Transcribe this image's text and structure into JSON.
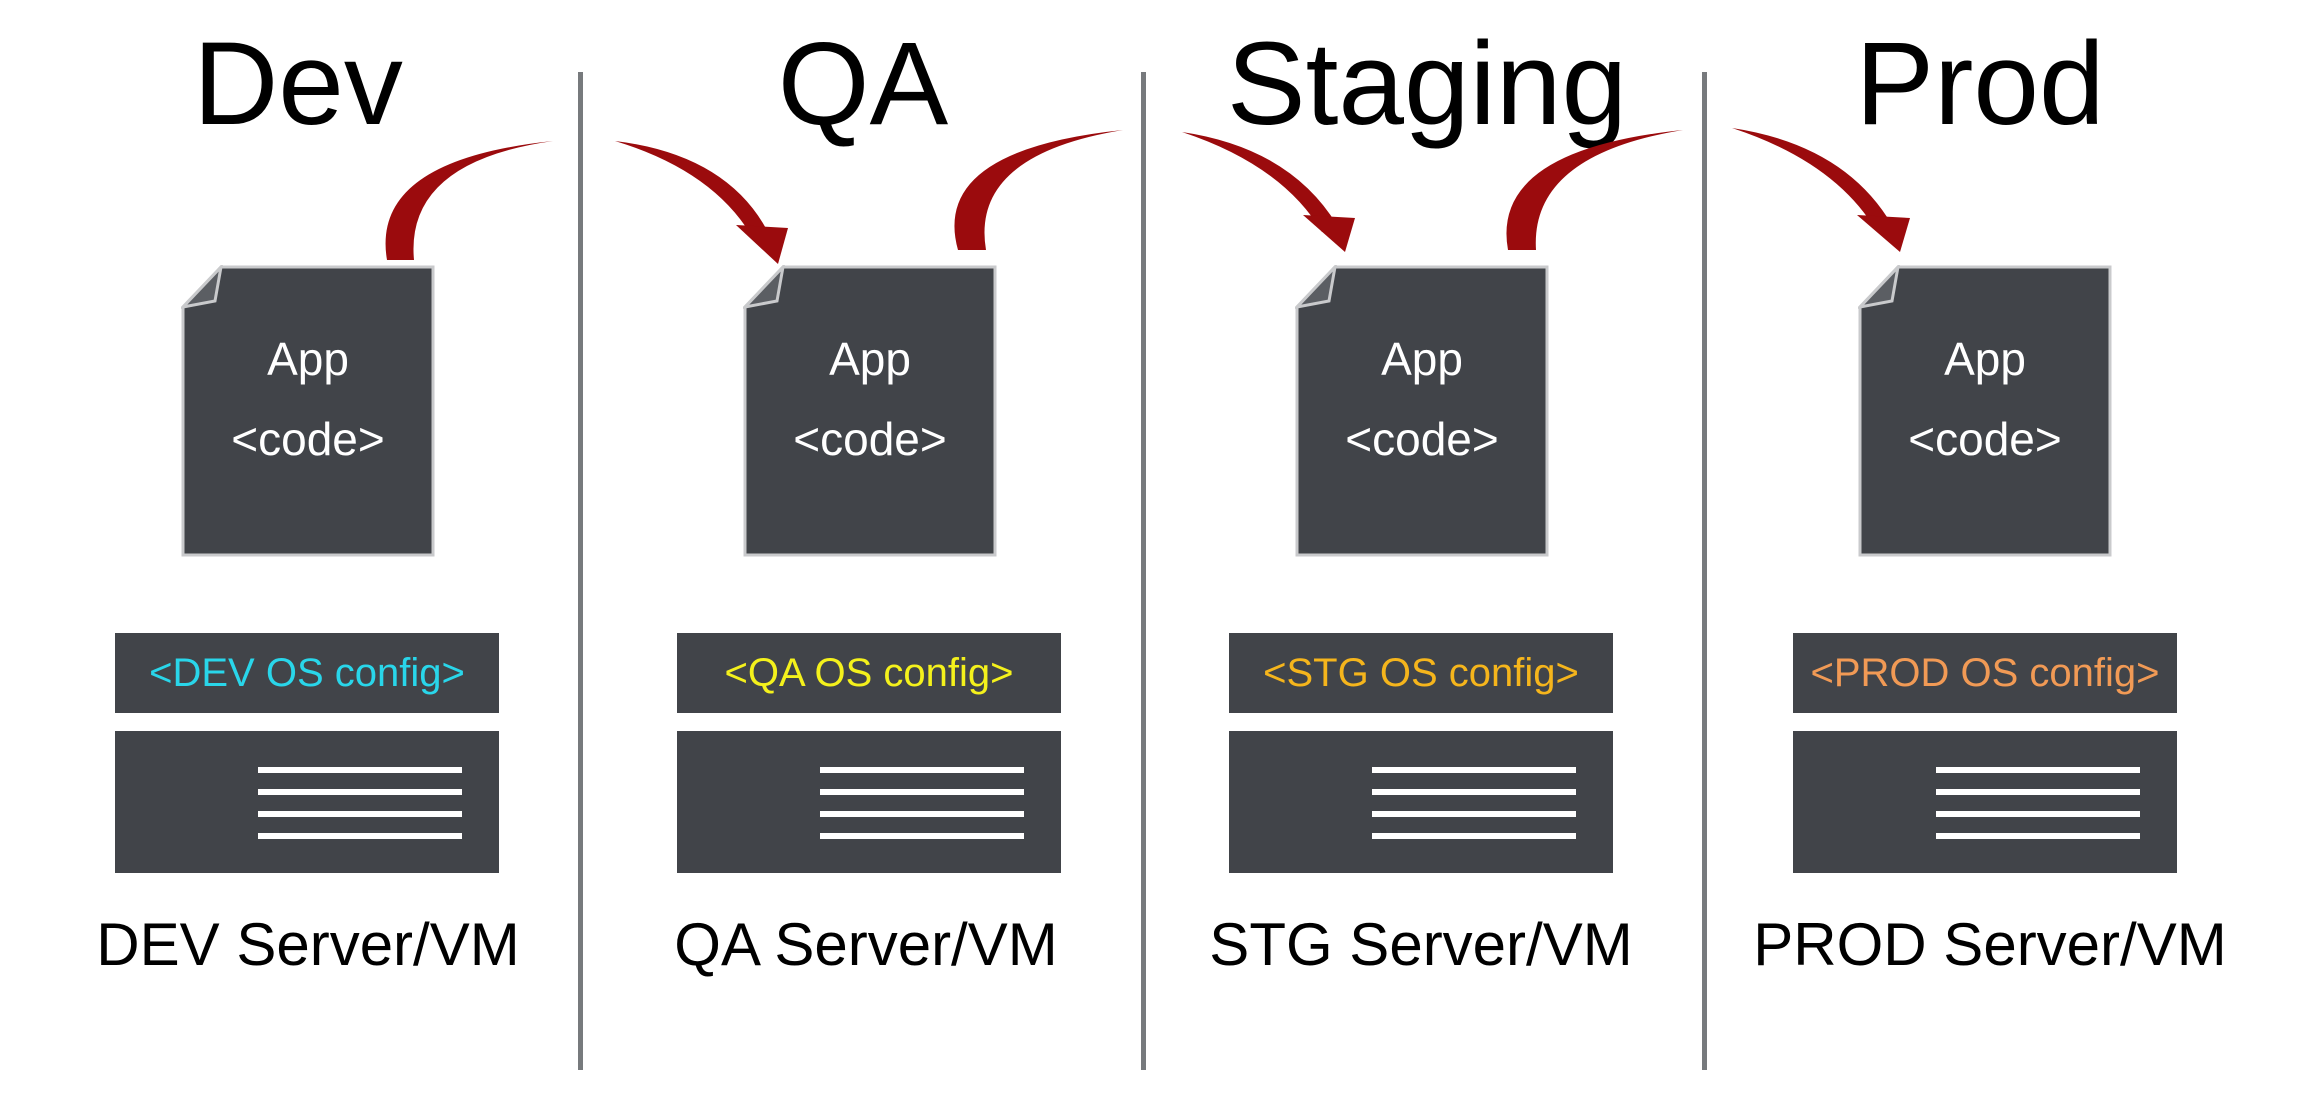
{
  "stages": [
    {
      "title": "Dev",
      "doc_line1": "App",
      "doc_line2": "<code>",
      "config_label": "<DEV OS config>",
      "config_color": "#29d6ea",
      "server_label": "DEV Server/VM"
    },
    {
      "title": "QA",
      "doc_line1": "App",
      "doc_line2": "<code>",
      "config_label": "<QA OS config>",
      "config_color": "#f4f11c",
      "server_label": "QA Server/VM"
    },
    {
      "title": "Staging",
      "doc_line1": "App",
      "doc_line2": "<code>",
      "config_label": "<STG OS config>",
      "config_color": "#f5b51c",
      "server_label": "STG Server/VM"
    },
    {
      "title": "Prod",
      "doc_line1": "App",
      "doc_line2": "<code>",
      "config_label": "<PROD OS config>",
      "config_color": "#f19a55",
      "server_label": "PROD Server/VM"
    }
  ],
  "colors": {
    "panel": "#414449",
    "divider": "#777a7d",
    "arrow": "#9b0b0d"
  }
}
